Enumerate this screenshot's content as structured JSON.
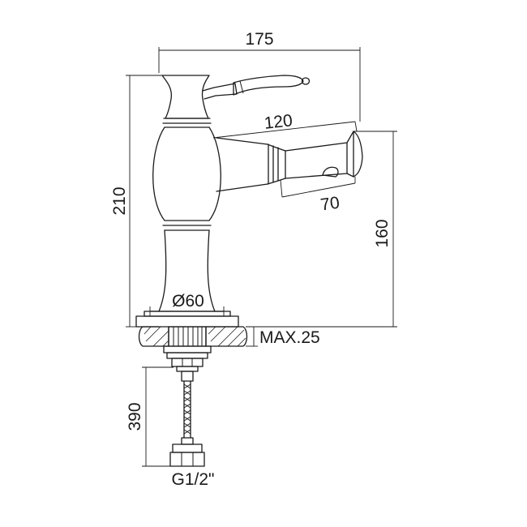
{
  "dimensions": {
    "overall_width": "175",
    "overall_height": "210",
    "spout_length": "120",
    "spout_reach": "70",
    "spout_height": "160",
    "base_diameter": "Ø60",
    "max_deck_thickness": "MAX.25",
    "hose_length": "390",
    "connection_thread": "G1/2\""
  }
}
